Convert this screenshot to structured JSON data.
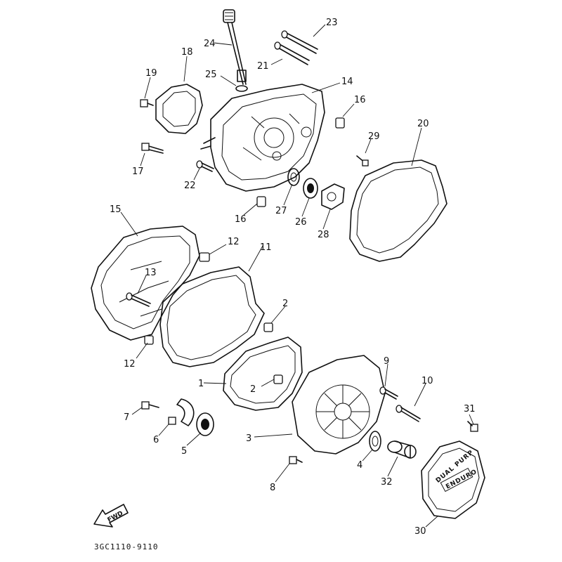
{
  "diagram": {
    "drawing_code": "3GC1110-9110",
    "fwd_label": "FWD",
    "cover_logo_text": "DUAL PURP",
    "cover_badge_text": "ENDURO",
    "callouts": [
      {
        "num": "1"
      },
      {
        "num": "2"
      },
      {
        "num": "2"
      },
      {
        "num": "3"
      },
      {
        "num": "4"
      },
      {
        "num": "5"
      },
      {
        "num": "6"
      },
      {
        "num": "7"
      },
      {
        "num": "8"
      },
      {
        "num": "9"
      },
      {
        "num": "10"
      },
      {
        "num": "11"
      },
      {
        "num": "12"
      },
      {
        "num": "12"
      },
      {
        "num": "13"
      },
      {
        "num": "14"
      },
      {
        "num": "15"
      },
      {
        "num": "16"
      },
      {
        "num": "16"
      },
      {
        "num": "17"
      },
      {
        "num": "18"
      },
      {
        "num": "19"
      },
      {
        "num": "20"
      },
      {
        "num": "21"
      },
      {
        "num": "22"
      },
      {
        "num": "23"
      },
      {
        "num": "24"
      },
      {
        "num": "25"
      },
      {
        "num": "26"
      },
      {
        "num": "27"
      },
      {
        "num": "28"
      },
      {
        "num": "29"
      },
      {
        "num": "30"
      },
      {
        "num": "31"
      },
      {
        "num": "32"
      }
    ]
  }
}
